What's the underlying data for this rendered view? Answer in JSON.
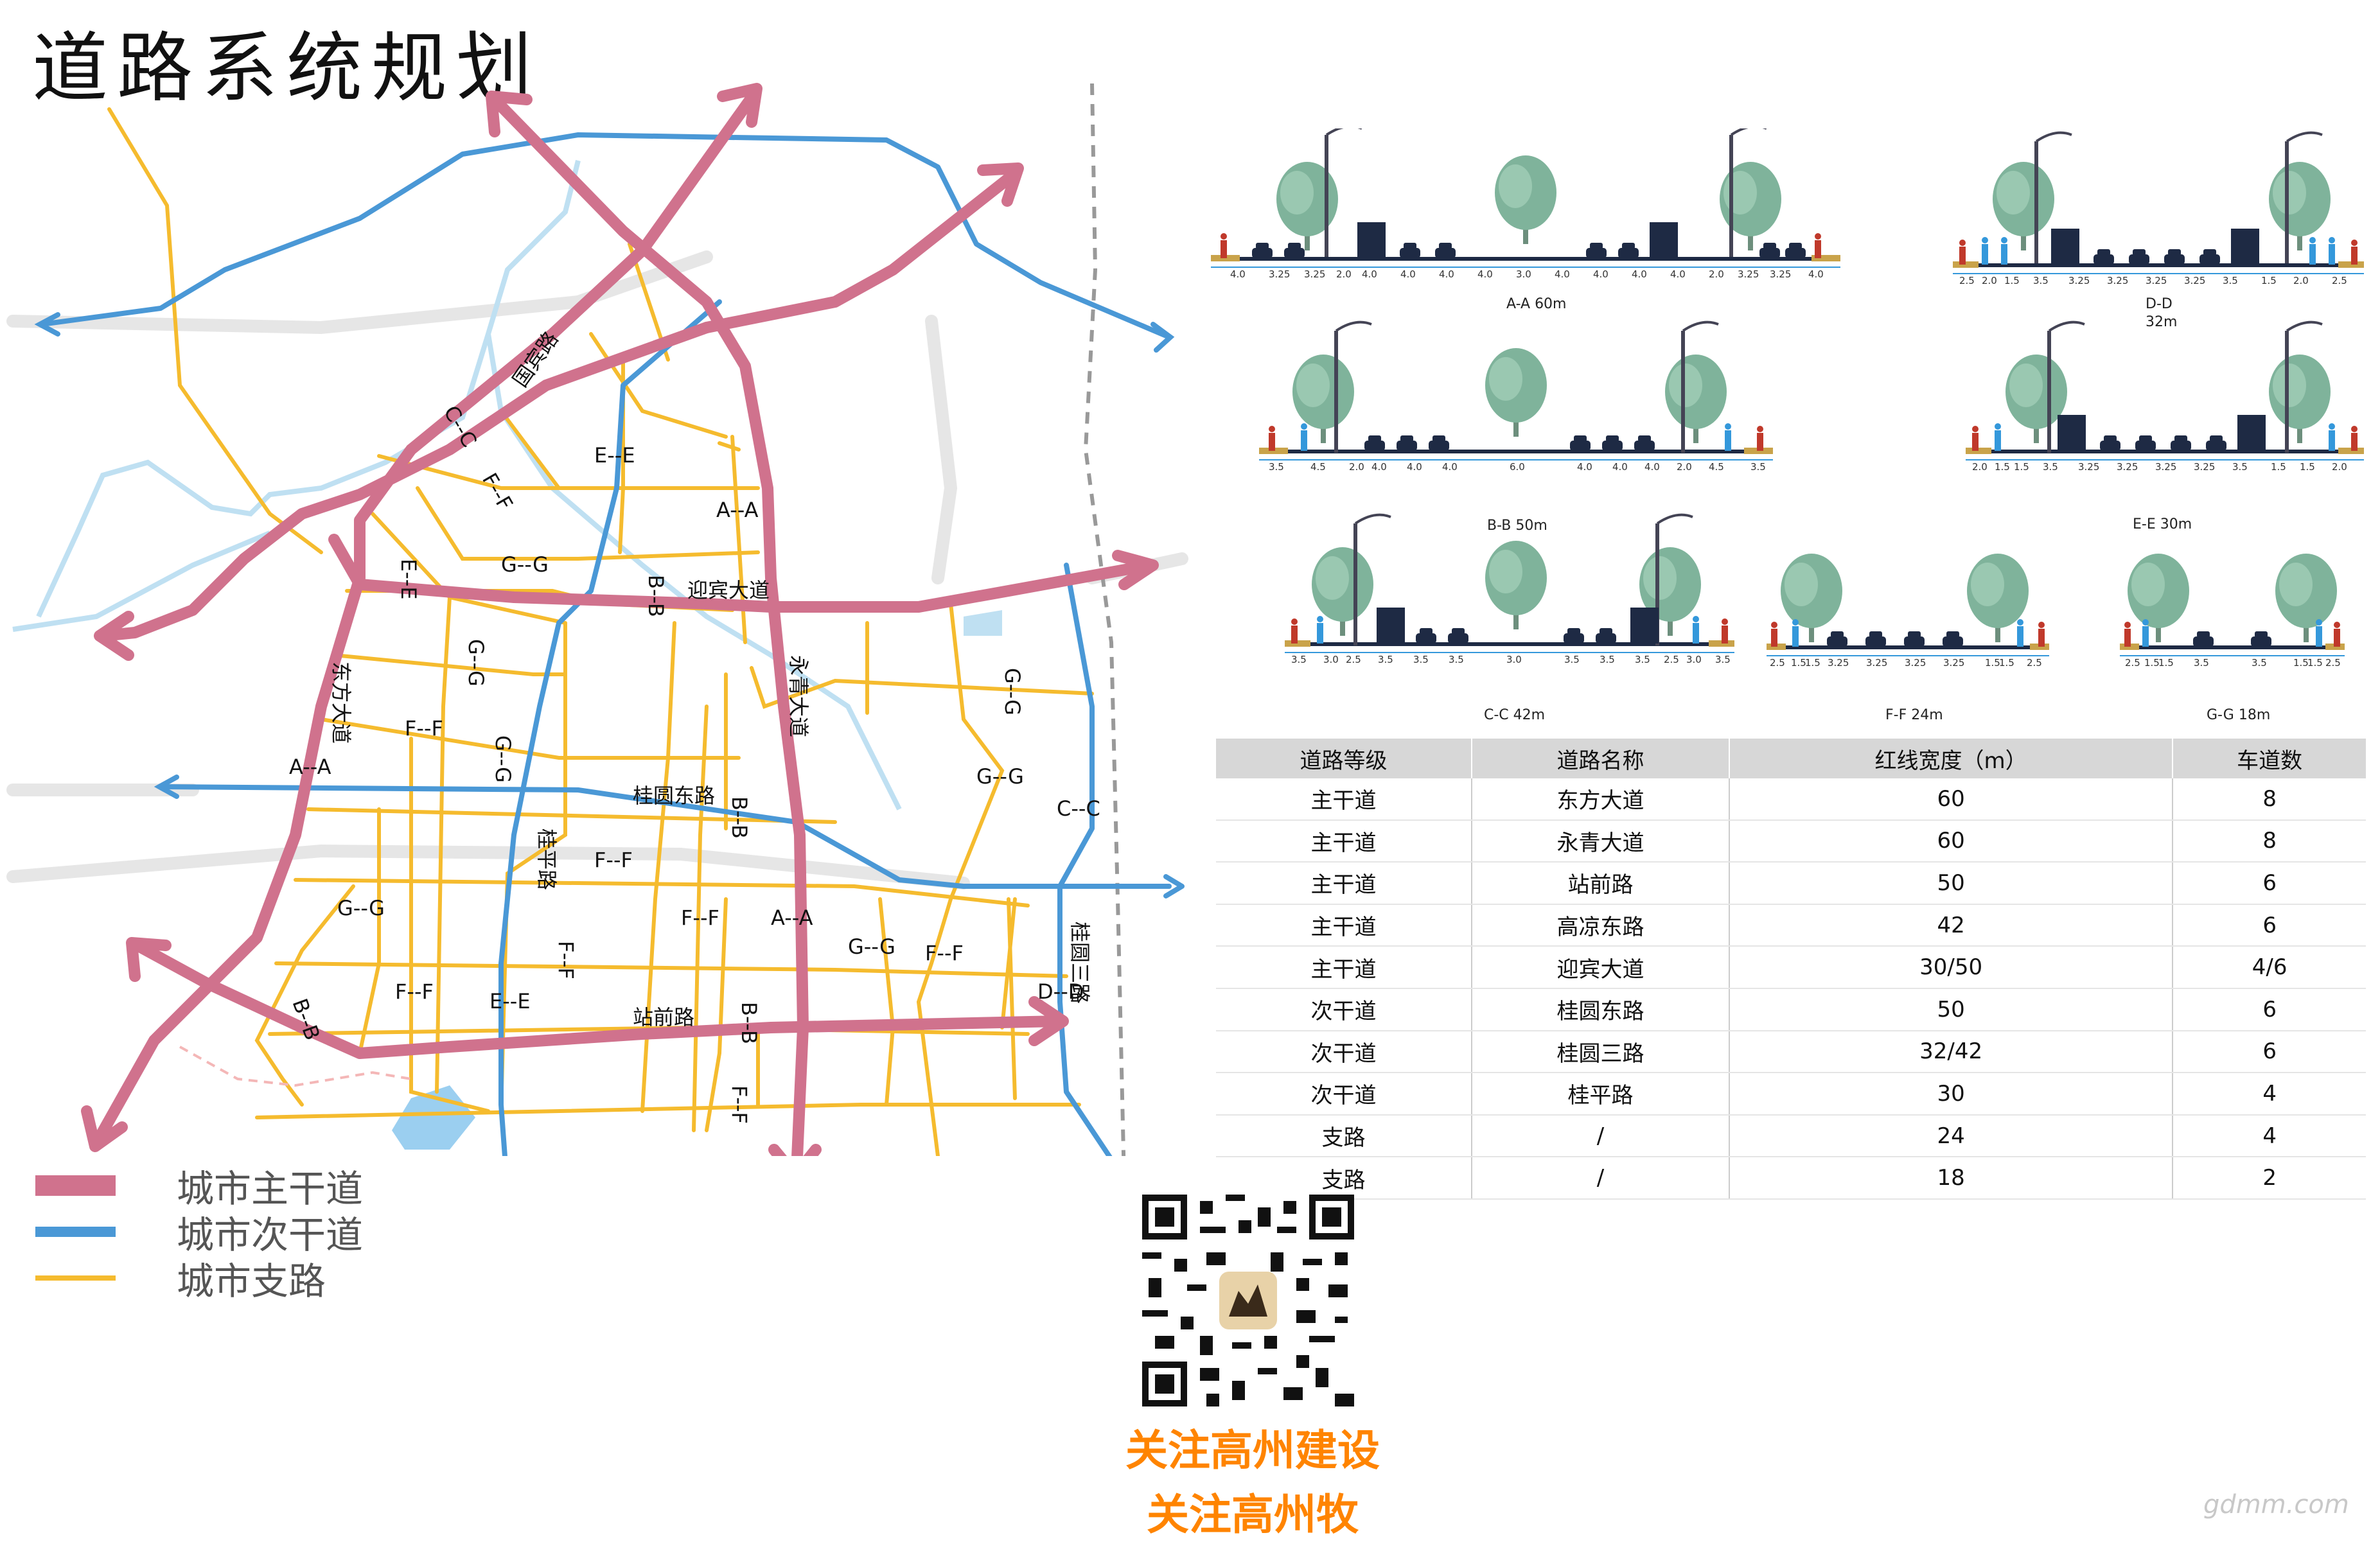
{
  "title": "道路系统规划",
  "colors": {
    "primary_road": "#d0728d",
    "secondary_road": "#4a98d6",
    "branch_road": "#f5bb2e",
    "water": "#bfe0f2",
    "background_road": "#e6e6e6"
  },
  "legend": [
    {
      "label": "城市主干道",
      "color": "#d0728d"
    },
    {
      "label": "城市次干道",
      "color": "#4a98d6"
    },
    {
      "label": "城市支路",
      "color": "#f5bb2e"
    }
  ],
  "map_labels": {
    "road_names": [
      "迎宾大道",
      "东方大道",
      "永青大道",
      "桂圆东路",
      "桂平路",
      "站前路",
      "桂圆三路",
      "国宾路"
    ],
    "section_marks": [
      "C--C",
      "E--E",
      "F--F",
      "A--A",
      "G--G",
      "E--E",
      "B--B",
      "G--G",
      "G--G",
      "F--F",
      "G--G",
      "A--A",
      "G--G",
      "B--B",
      "C--C",
      "F--F",
      "G--G",
      "F--F",
      "A--A",
      "G--G",
      "F--F",
      "F--F",
      "F--F",
      "E--E",
      "D--D",
      "B--B",
      "B--B",
      "F--F"
    ]
  },
  "sections": [
    {
      "caption": "A-A 60m",
      "dims": [
        "4.0",
        "3.25",
        "3.25",
        "2.0",
        "4.0",
        "4.0",
        "4.0",
        "4.0",
        "3.0",
        "4.0",
        "4.0",
        "4.0",
        "4.0",
        "2.0",
        "3.25",
        "3.25",
        "4.0"
      ]
    },
    {
      "caption": "D-D",
      "caption2": "32m",
      "dims": [
        "2.5",
        "2.0",
        "1.5",
        "3.5",
        "3.25",
        "3.25",
        "3.25",
        "3.25",
        "3.5",
        "1.5",
        "2.0",
        "2.5"
      ]
    },
    {
      "caption": "B-B 50m",
      "dims": [
        "3.5",
        "4.5",
        "2.0",
        "4.0",
        "4.0",
        "4.0",
        "6.0",
        "4.0",
        "4.0",
        "4.0",
        "2.0",
        "4.5",
        "3.5"
      ]
    },
    {
      "caption": "E-E 30m",
      "dims": [
        "2.0",
        "1.5",
        "1.5",
        "3.5",
        "3.25",
        "3.25",
        "3.25",
        "3.25",
        "3.5",
        "1.5",
        "1.5",
        "2.0"
      ]
    },
    {
      "caption": "C-C 42m",
      "dims": [
        "3.5",
        "3.0",
        "2.5",
        "3.5",
        "3.5",
        "3.5",
        "3.0",
        "3.5",
        "3.5",
        "3.5",
        "2.5",
        "3.0",
        "3.5"
      ]
    },
    {
      "caption": "F-F 24m",
      "dims": [
        "2.5",
        "1.5",
        "1.5",
        "3.25",
        "3.25",
        "3.25",
        "3.25",
        "1.5",
        "1.5",
        "2.5"
      ]
    },
    {
      "caption": "G-G 18m",
      "dims": [
        "2.5",
        "1.5",
        "1.5",
        "3.5",
        "3.5",
        "1.5",
        "1.5",
        "2.5"
      ]
    }
  ],
  "table": {
    "headers": [
      "道路等级",
      "道路名称",
      "红线宽度（m）",
      "车道数"
    ],
    "rows": [
      [
        "主干道",
        "东方大道",
        "60",
        "8"
      ],
      [
        "主干道",
        "永青大道",
        "60",
        "8"
      ],
      [
        "主干道",
        "站前路",
        "50",
        "6"
      ],
      [
        "主干道",
        "高凉东路",
        "42",
        "6"
      ],
      [
        "主干道",
        "迎宾大道",
        "30/50",
        "4/6"
      ],
      [
        "次干道",
        "桂圆东路",
        "50",
        "6"
      ],
      [
        "次干道",
        "桂圆三路",
        "32/42",
        "6"
      ],
      [
        "次干道",
        "桂平路",
        "30",
        "4"
      ],
      [
        "支路",
        "/",
        "24",
        "4"
      ],
      [
        "支路",
        "/",
        "18",
        "2"
      ]
    ]
  },
  "follow": [
    "关注高州建设",
    "关注高州牧"
  ],
  "watermark": "gdmm.com"
}
